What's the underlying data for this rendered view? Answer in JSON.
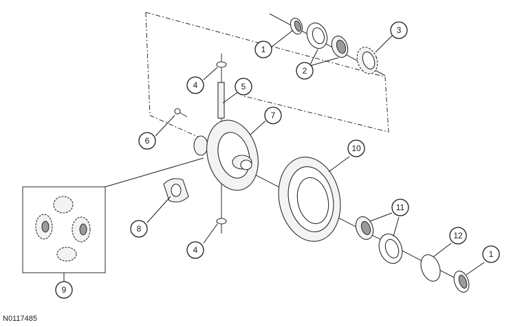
{
  "figure_id": "N0117485",
  "callouts": [
    {
      "label": "1"
    },
    {
      "label": "2"
    },
    {
      "label": "3"
    },
    {
      "label": "4"
    },
    {
      "label": "5"
    },
    {
      "label": "6"
    },
    {
      "label": "7"
    },
    {
      "label": "8"
    },
    {
      "label": "4"
    },
    {
      "label": "9"
    },
    {
      "label": "10"
    },
    {
      "label": "11"
    },
    {
      "label": "12"
    },
    {
      "label": "1"
    }
  ]
}
